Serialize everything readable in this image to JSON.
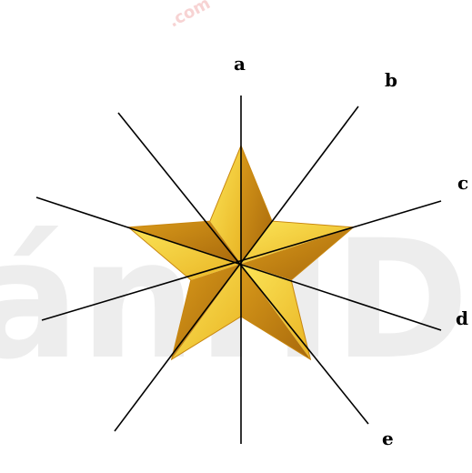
{
  "diagram": {
    "labels": {
      "a": "a",
      "b": "b",
      "c": "c",
      "d": "d",
      "e": "e"
    },
    "watermark": {
      "text": "ánHDi",
      "corner_mark": ".com"
    },
    "colors": {
      "star_light": "#f7d93a",
      "star_mid": "#e3a81c",
      "star_dark": "#b7750f",
      "line": "#000000",
      "watermark": "#d6d6d6",
      "corner_mark": "#f2b6b6"
    }
  }
}
